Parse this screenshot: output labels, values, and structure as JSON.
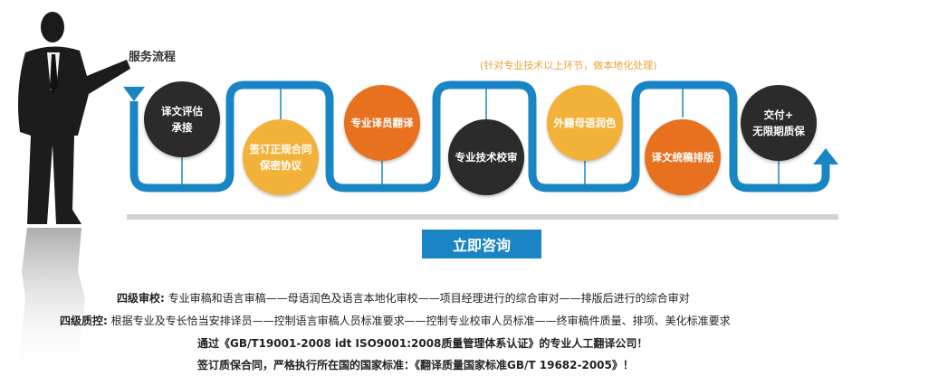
{
  "header": {
    "title": "服务流程",
    "note": "(针对专业技术以上环节，做本地化处理)"
  },
  "colors": {
    "accent": "#1a85c4",
    "orange": "#e8711f",
    "yellow": "#f2b23a",
    "dark": "#2b2b2b"
  },
  "steps": [
    {
      "lines": [
        "译文评估",
        "承接"
      ],
      "color": "dark"
    },
    {
      "lines": [
        "签订正规合同",
        "保密协议"
      ],
      "color": "yellow"
    },
    {
      "lines": [
        "专业译员翻译"
      ],
      "color": "orange"
    },
    {
      "lines": [
        "专业技术校审"
      ],
      "color": "dark"
    },
    {
      "lines": [
        "外籍母语润色"
      ],
      "color": "yellow"
    },
    {
      "lines": [
        "译文统稿排版"
      ],
      "color": "orange"
    },
    {
      "lines": [
        "交付+",
        "无限期质保"
      ],
      "color": "dark"
    }
  ],
  "cta": {
    "label": "立即咨询"
  },
  "body": {
    "line1_label": "四级审校:",
    "line1_text": " 专业审稿和语言审稿——母语润色及语言本地化审校——项目经理进行的综合审对——排版后进行的综合审对",
    "line2_label": "四级质控:",
    "line2_text": " 根据专业及专长恰当安排译员——控制语言审稿人员标准要求——控制专业校审人员标准——终审稿件质量、排项、美化标准要求",
    "line3": "通过《GB/T19001-2008 idt ISO9001:2008质量管理体系认证》的专业人工翻译公司！",
    "line4": "签订质保合同，严格执行所在国的国家标准：《翻译质量国家标准GB/T 19682-2005》！"
  }
}
